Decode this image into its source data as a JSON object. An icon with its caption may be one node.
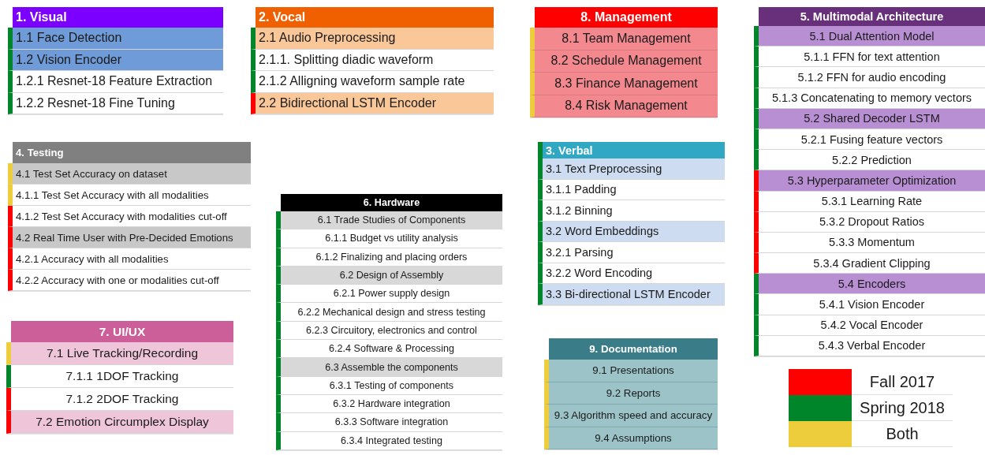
{
  "diagram": {
    "nodes": [
      {
        "text": [
          "1. Visual"
        ]
      },
      {
        "text": [
          "1.1 Face Detection"
        ],
        "in": 0
      },
      {
        "text": [
          "1.2 Vision Encoder"
        ],
        "in": 0
      },
      {
        "text": [
          "1.2.1 Resnet-18 Feature Extraction"
        ],
        "in": 0
      },
      {
        "text": [
          "1.2.2 Resnet-18 Fine Tuning"
        ],
        "in": 0
      },
      {
        "text": [
          "2. Vocal"
        ]
      },
      {
        "text": [
          "2.1 Audio Preprocessing"
        ],
        "in": 5
      },
      {
        "text": [
          "2.1.1. Splitting diadic waveform"
        ],
        "in": 5
      },
      {
        "text": [
          "2.1.2 Alligning waveform sample rate"
        ],
        "in": 5
      },
      {
        "text": [
          "2.2 Bidirectional LSTM Encoder"
        ],
        "in": 5
      },
      {
        "text": [
          "8. Management"
        ]
      },
      {
        "text": [
          "8.1 Team Management"
        ],
        "in": 10
      },
      {
        "text": [
          "8.2 Schedule Management"
        ],
        "in": 10
      },
      {
        "text": [
          "8.3 Finance Management"
        ],
        "in": 10
      },
      {
        "text": [
          "8.4 Risk Management"
        ],
        "in": 10
      },
      {
        "text": [
          "5. Multimodal Architecture"
        ]
      },
      {
        "text": [
          "5.1 Dual Attention Model"
        ],
        "in": 15
      },
      {
        "text": [
          "5.1.1 FFN for text attention"
        ],
        "in": 15
      },
      {
        "text": [
          "5.1.2 FFN for audio encoding"
        ],
        "in": 15
      },
      {
        "text": [
          "5.1.3 Concatenating to memory vectors"
        ],
        "in": 15
      },
      {
        "text": [
          "5.2 Shared Decoder LSTM"
        ],
        "in": 15
      },
      {
        "text": [
          "5.2.1 Fusing feature vectors"
        ],
        "in": 15
      },
      {
        "text": [
          "5.2.2 Prediction"
        ],
        "in": 15
      },
      {
        "text": [
          "5.3 Hyperparameter Optimization"
        ],
        "in": 15
      },
      {
        "text": [
          "5.3.1 Learning Rate"
        ],
        "in": 15
      },
      {
        "text": [
          "5.3.2 Dropout Ratios"
        ],
        "in": 15
      },
      {
        "text": [
          "5.3.3 Momentum"
        ],
        "in": 15
      },
      {
        "text": [
          "5.3.4 Gradient Clipping"
        ],
        "in": 15
      },
      {
        "text": [
          "5.4 Encoders"
        ],
        "in": 15
      },
      {
        "text": [
          "5.4.1 Vision Encoder"
        ],
        "in": 15
      },
      {
        "text": [
          "5.4.2 Vocal Encoder"
        ],
        "in": 15
      },
      {
        "text": [
          "5.4.3 Verbal Encoder"
        ],
        "in": 15
      },
      {
        "text": [
          "4. Testing"
        ]
      },
      {
        "text": [
          "4.1 Test Set Accuracy on dataset"
        ],
        "in": 32
      },
      {
        "text": [
          "4.1.1 Test Set Accuracy with all modalities"
        ],
        "in": 32
      },
      {
        "text": [
          "4.1.2 Test Set Accuracy with modalities cut-off"
        ],
        "in": 32
      },
      {
        "text": [
          "4.2 Real Time User with Pre-Decided Emotions"
        ],
        "in": 32
      },
      {
        "text": [
          "4.2.1 Accuracy with all modalities"
        ],
        "in": 32
      },
      {
        "text": [
          "4.2.2 Accuracy with one or modalities cut-off"
        ],
        "in": 32
      },
      {
        "text": [
          "3. Verbal"
        ]
      },
      {
        "text": [
          "3.1 Text Preprocessing"
        ],
        "in": 39
      },
      {
        "text": [
          "3.1.1 Padding"
        ],
        "in": 39
      },
      {
        "text": [
          "3.1.2 Binning"
        ],
        "in": 39
      },
      {
        "text": [
          "3.2 Word Embeddings"
        ],
        "in": 39
      },
      {
        "text": [
          "3.2.1 Parsing"
        ],
        "in": 39
      },
      {
        "text": [
          "3.2.2 Word Encoding"
        ],
        "in": 39
      },
      {
        "text": [
          "3.3 Bi-directional LSTM Encoder"
        ],
        "in": 39
      },
      {
        "text": [
          "6. Hardware"
        ]
      },
      {
        "text": [
          "6.1 Trade Studies of Components"
        ],
        "in": 47
      },
      {
        "text": [
          "6.1.1 Budget vs utility analysis"
        ],
        "in": 47
      },
      {
        "text": [
          "6.1.2 Finalizing and placing orders"
        ],
        "in": 47
      },
      {
        "text": [
          "6.2 Design of Assembly"
        ],
        "in": 47
      },
      {
        "text": [
          "6.2.1 Power supply design"
        ],
        "in": 47
      },
      {
        "text": [
          "6.2.2 Mechanical design and stress testing"
        ],
        "in": 47
      },
      {
        "text": [
          "6.2.3 Circuitory, electronics and control"
        ],
        "in": 47
      },
      {
        "text": [
          "6.2.4 Software & Processing"
        ],
        "in": 47
      },
      {
        "text": [
          "6.3 Assemble the components"
        ],
        "in": 47
      },
      {
        "text": [
          "6.3.1 Testing of components"
        ],
        "in": 47
      },
      {
        "text": [
          "6.3.2 Hardware integration"
        ],
        "in": 47
      },
      {
        "text": [
          "6.3.3 Software integration"
        ],
        "in": 47
      },
      {
        "text": [
          "6.3.4 Integrated testing"
        ],
        "in": 47
      },
      {
        "text": [
          "7. UI/UX"
        ]
      },
      {
        "text": [
          "7.1 Live Tracking/Recording"
        ],
        "in": 61
      },
      {
        "text": [
          "7.1.1 1DOF Tracking"
        ],
        "in": 61
      },
      {
        "text": [
          "7.1.2 2DOF Tracking"
        ],
        "in": 61
      },
      {
        "text": [
          "7.2 Emotion Circumplex Display"
        ],
        "in": 61
      },
      {
        "text": [
          "9. Documentation"
        ]
      },
      {
        "text": [
          "9.1 Presentations"
        ],
        "in": 66
      },
      {
        "text": [
          "9.2 Reports"
        ],
        "in": 66
      },
      {
        "text": [
          "9.3 Algorithm speed and accuracy"
        ],
        "in": 66
      },
      {
        "text": [
          "9.4 Assumptions"
        ],
        "in": 66
      }
    ],
    "legend": [
      {
        "text": "Fall 2017",
        "color": "#ff0000"
      },
      {
        "text": "Spring 2018",
        "color": "#00852a"
      },
      {
        "text": "Both",
        "color": "#eecd3c"
      }
    ]
  }
}
